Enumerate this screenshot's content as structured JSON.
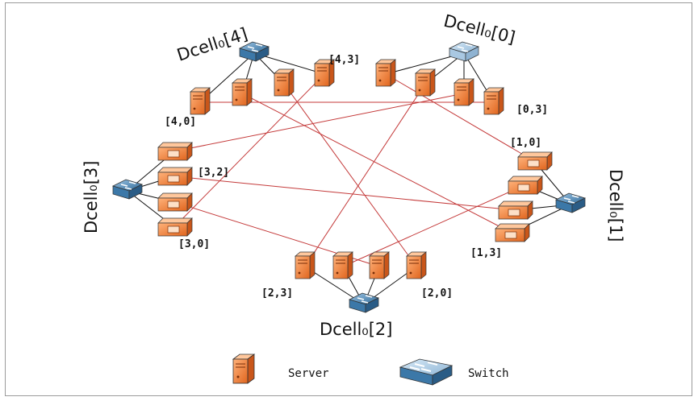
{
  "cells": [
    {
      "id": "0",
      "label": "Dcell₀[0]",
      "servers": [
        {
          "label": "[0,3]"
        }
      ]
    },
    {
      "id": "1",
      "label": "Dcell₀[1]",
      "servers": [
        {
          "label": "[1,0]"
        },
        {
          "label": "[1,3]"
        }
      ]
    },
    {
      "id": "2",
      "label": "Dcell₀[2]",
      "servers": [
        {
          "label": "[2,3]"
        },
        {
          "label": "[2,0]"
        }
      ]
    },
    {
      "id": "3",
      "label": "Dcell₀[3]",
      "servers": [
        {
          "label": "[3,2]"
        },
        {
          "label": "[3,0]"
        }
      ]
    },
    {
      "id": "4",
      "label": "Dcell₀[4]",
      "servers": [
        {
          "label": "[4,3]"
        },
        {
          "label": "[4,0]"
        }
      ]
    }
  ],
  "legend": {
    "server_label": "Server",
    "switch_label": "Switch"
  },
  "colors": {
    "server_fill": "#f08a4b",
    "switch_fill": "#5a8fb8",
    "link_color": "#c43a3a"
  }
}
